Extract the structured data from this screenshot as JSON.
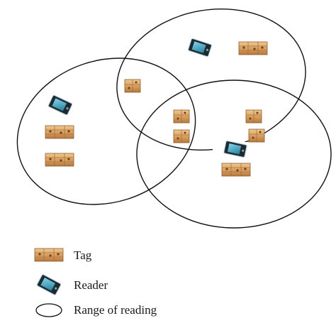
{
  "legend": {
    "tag_label": "Tag",
    "reader_label": "Reader",
    "range_label": "Range of reading"
  },
  "icons": {
    "tag": "rfid-tag-box-icon",
    "reader": "rfid-reader-icon",
    "range": "reading-range-ellipse-icon"
  },
  "colors": {
    "ellipse_stroke": "#111111",
    "tag_body": "#d7a062",
    "tag_dark": "#8f5a2c",
    "tag_light": "#f0c98f",
    "reader_body": "#1d2a33",
    "reader_screen": "#3fa9c7",
    "reader_edge": "#c5d6de",
    "label_text": "#1a1a1a"
  }
}
